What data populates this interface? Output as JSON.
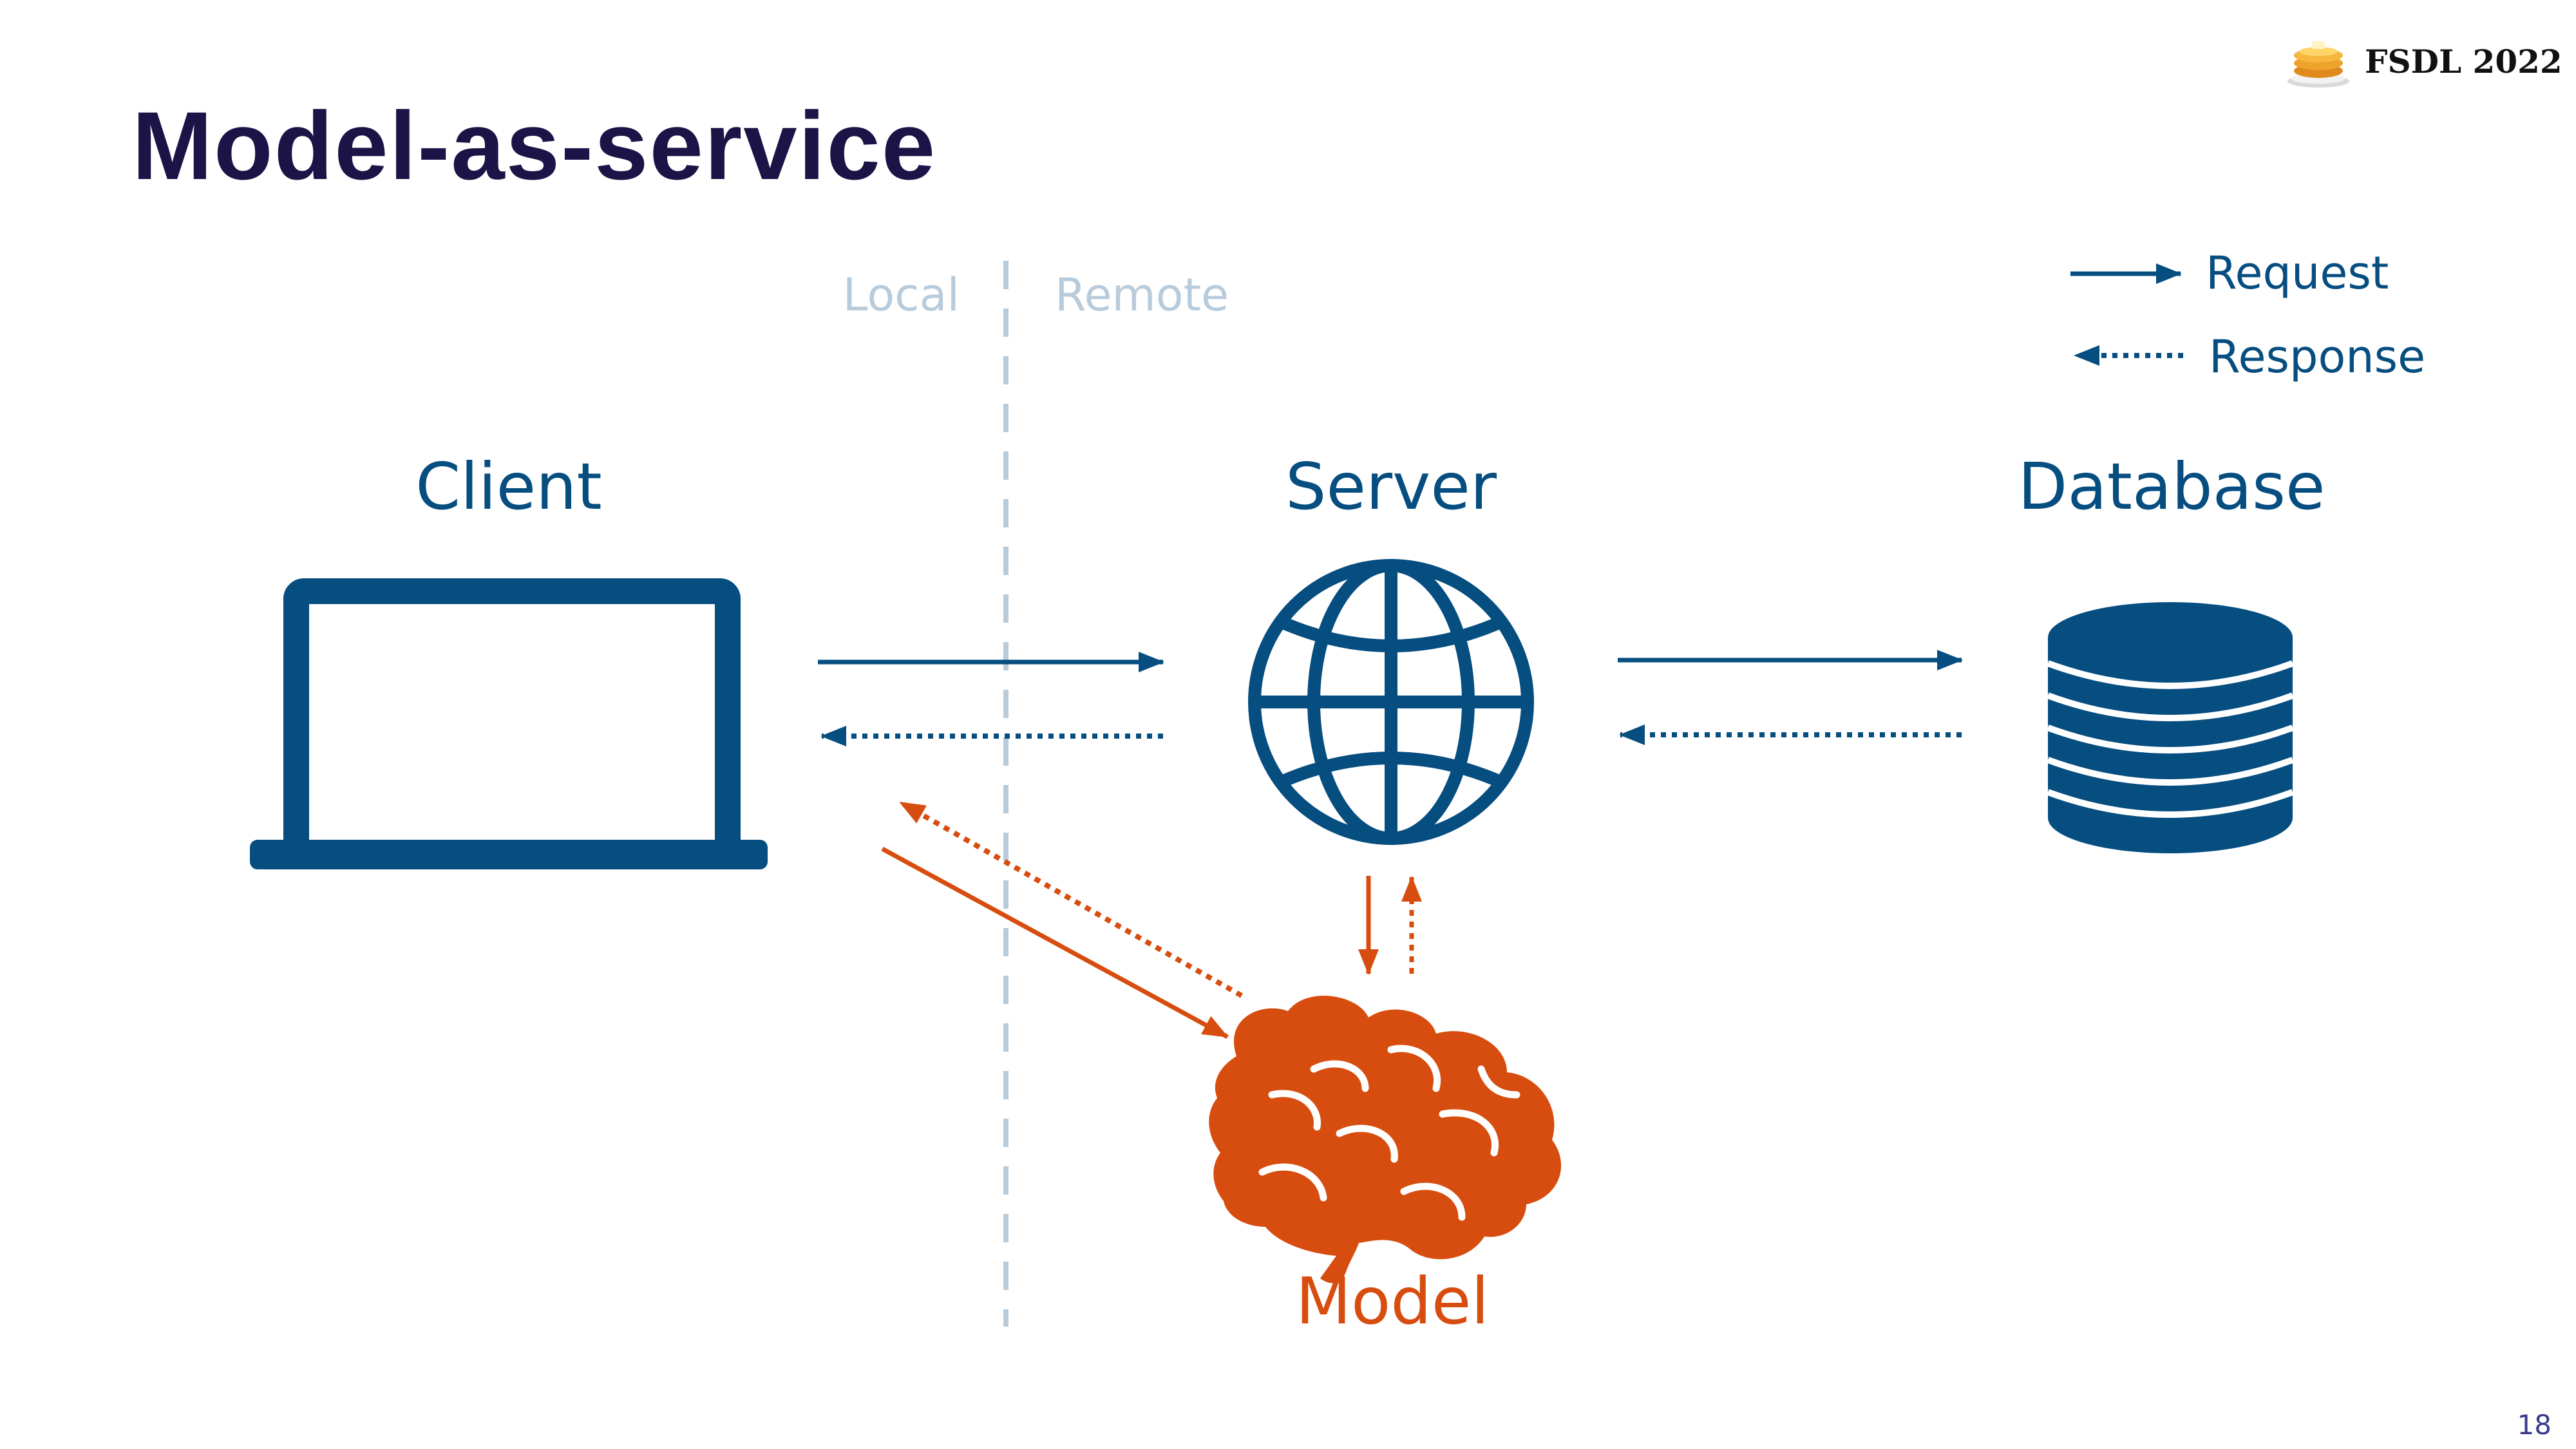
{
  "slide": {
    "title": "Model-as-service",
    "brand": "FSDL 2022",
    "page_number": "18"
  },
  "zones": {
    "local": "Local",
    "remote": "Remote"
  },
  "legend": {
    "request": "Request",
    "response": "Response"
  },
  "nodes": {
    "client": "Client",
    "server": "Server",
    "database": "Database",
    "model": "Model"
  },
  "colors": {
    "title": "#1c1447",
    "primary": "#064d80",
    "model": "#d74d0f",
    "divider": "#b8cbdb"
  },
  "icons": {
    "brand": "pancake-icon",
    "client": "laptop-icon",
    "server": "globe-icon",
    "database": "database-icon",
    "model": "brain-icon"
  }
}
